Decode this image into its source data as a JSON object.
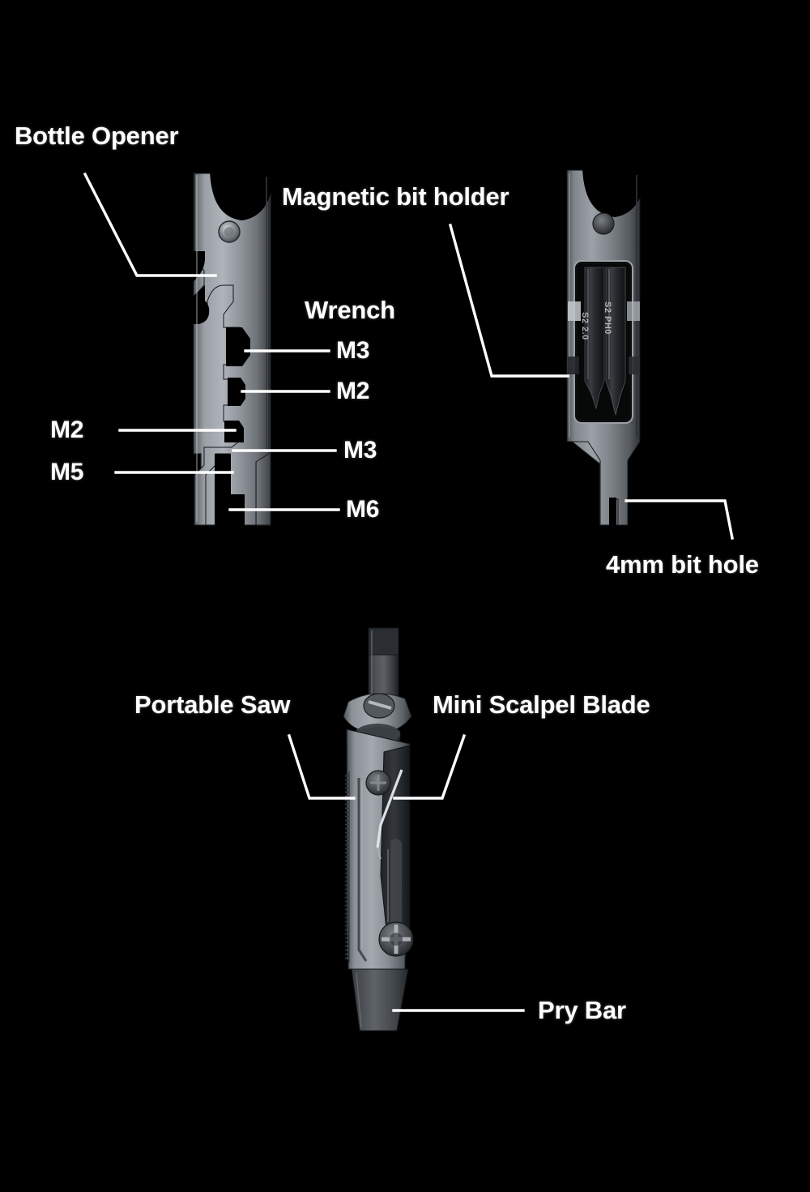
{
  "page": {
    "title": "Multi-tool Feature Callout Diagram",
    "background_color": "#000000",
    "label_color": "#ffffff",
    "leader_line_color": "#ffffff",
    "metal_color": "#8d9196"
  },
  "tools": {
    "left": {
      "name": "flat-wrench-multitool-front",
      "labels": {
        "bottle_opener": "Bottle Opener",
        "wrench_group": "Wrench",
        "wrench_m3_top": "M3",
        "wrench_m2_top": "M2",
        "wrench_m2_left": "M2",
        "wrench_m5_left": "M5",
        "wrench_m3_bottom": "M3",
        "wrench_m6_bottom": "M6"
      }
    },
    "right": {
      "name": "flat-wrench-multitool-back",
      "labels": {
        "magnetic_bit_holder": "Magnetic bit holder",
        "bit_hole": "4mm bit hole"
      },
      "bits": [
        {
          "name": "bit-left",
          "marking": "S2 2.0"
        },
        {
          "name": "bit-right",
          "marking": "S2 PH0"
        }
      ]
    },
    "bottom": {
      "name": "folding-saw-scalpel-multitool",
      "labels": {
        "portable_saw": "Portable Saw",
        "mini_scalpel_blade": "Mini Scalpel Blade",
        "pry_bar": "Pry Bar"
      }
    }
  }
}
